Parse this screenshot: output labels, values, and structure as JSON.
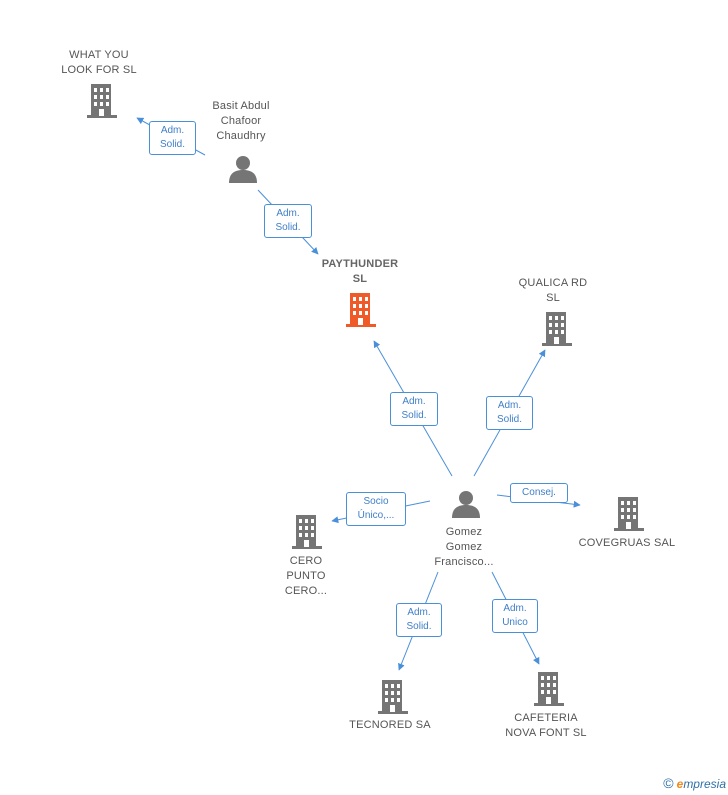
{
  "colors": {
    "edge": "#4a90d9",
    "building": "#757575",
    "building_main": "#f05a28",
    "person": "#757575"
  },
  "nodes": {
    "what_you_look_for": {
      "name_l1": "WHAT YOU",
      "name_l2": "LOOK FOR SL",
      "icon": "building-icon"
    },
    "basit": {
      "name_l1": "Basit Abdul",
      "name_l2": "Chafoor",
      "name_l3": "Chaudhry",
      "icon": "person-icon"
    },
    "paythunder": {
      "name_l1": "PAYTHUNDER",
      "name_l2": "SL",
      "icon": "building-icon"
    },
    "qualica": {
      "name_l1": "QUALICA RD",
      "name_l2": "SL",
      "icon": "building-icon"
    },
    "gomez": {
      "name_l1": "Gomez",
      "name_l2": "Gomez",
      "name_l3": "Francisco...",
      "icon": "person-icon"
    },
    "cero_punto": {
      "name_l1": "CERO",
      "name_l2": "PUNTO",
      "name_l3": "CERO...",
      "icon": "building-icon"
    },
    "covegruas": {
      "name_l1": "COVEGRUAS SAL",
      "icon": "building-icon"
    },
    "tecnored": {
      "name_l1": "TECNORED SA",
      "icon": "building-icon"
    },
    "cafeteria": {
      "name_l1": "CAFETERIA",
      "name_l2": "NOVA FONT SL",
      "icon": "building-icon"
    }
  },
  "edges": {
    "basit_whatyou": {
      "l1": "Adm.",
      "l2": "Solid."
    },
    "basit_paythunder": {
      "l1": "Adm.",
      "l2": "Solid."
    },
    "gomez_paythunder": {
      "l1": "Adm.",
      "l2": "Solid."
    },
    "gomez_qualica": {
      "l1": "Adm.",
      "l2": "Solid."
    },
    "gomez_covegruas": {
      "l1": "Consej."
    },
    "gomez_cero": {
      "l1": "Socio",
      "l2": "Único,..."
    },
    "gomez_tecnored": {
      "l1": "Adm.",
      "l2": "Solid."
    },
    "gomez_cafeteria": {
      "l1": "Adm.",
      "l2": "Unico"
    }
  },
  "footer": {
    "copyright": "©",
    "brand_e": "e",
    "brand_rest": "mpresia"
  }
}
